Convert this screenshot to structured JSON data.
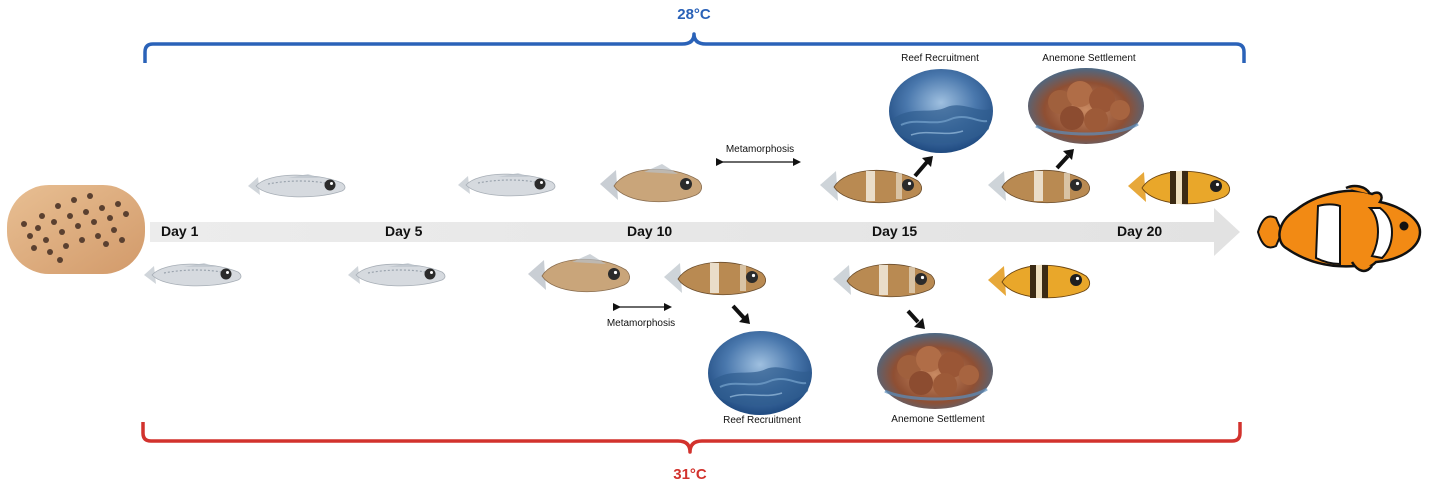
{
  "temperatures": {
    "top": "28°C",
    "bottom": "31°C",
    "top_color": "#2a62b8",
    "bottom_color": "#d2322d"
  },
  "timeline": {
    "days": [
      "Day 1",
      "Day 5",
      "Day 10",
      "Day 15",
      "Day 20"
    ]
  },
  "labels": {
    "metamorphosis": "Metamorphosis",
    "reef_recruitment": "Reef Recruitment",
    "anemone_settlement": "Anemone Settlement"
  },
  "icons": {
    "egg_clutch": "egg-clutch-icon",
    "larva": "larval-fish-icon",
    "juvenile": "juvenile-clownfish-icon",
    "adult": "adult-clownfish-icon",
    "reef": "reef-habitat-icon",
    "anemone": "anemone-habitat-icon"
  }
}
